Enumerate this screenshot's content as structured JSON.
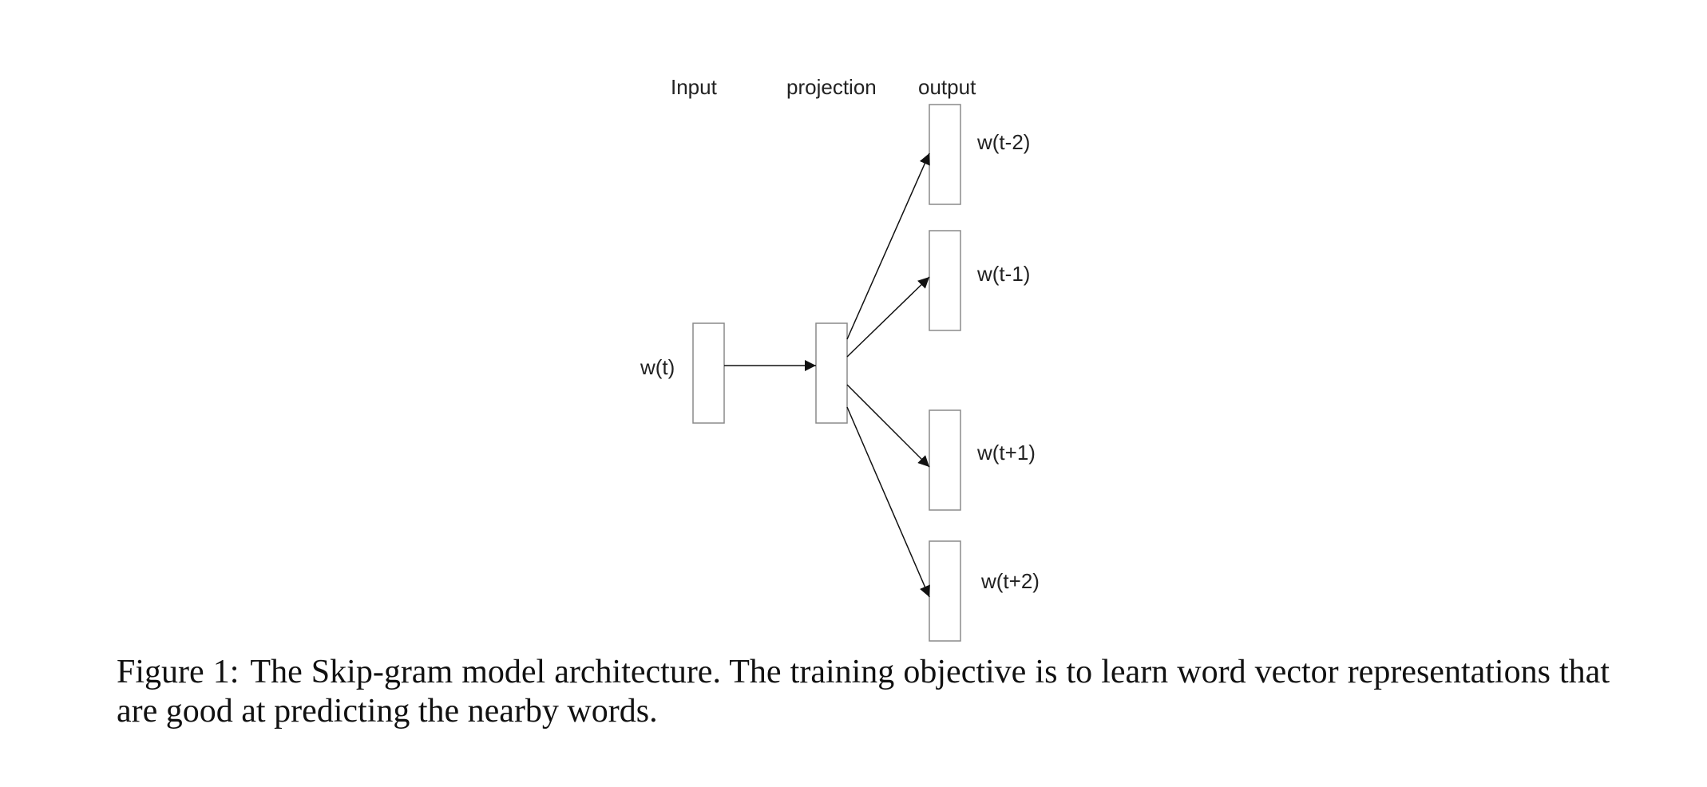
{
  "diagram": {
    "type": "neural-network-architecture",
    "column_headers": {
      "input": "Input",
      "projection": "projection",
      "output": "output"
    },
    "input_node": {
      "label": "w(t)"
    },
    "output_nodes": [
      {
        "id": "out-t-minus-2",
        "label": "w(t-2)"
      },
      {
        "id": "out-t-minus-1",
        "label": "w(t-1)"
      },
      {
        "id": "out-t-plus-1",
        "label": "w(t+1)"
      },
      {
        "id": "out-t-plus-2",
        "label": "w(t+2)"
      }
    ],
    "edges": [
      {
        "from": "input",
        "to": "projection"
      },
      {
        "from": "projection",
        "to": "out-t-minus-2"
      },
      {
        "from": "projection",
        "to": "out-t-minus-1"
      },
      {
        "from": "projection",
        "to": "out-t-plus-1"
      },
      {
        "from": "projection",
        "to": "out-t-plus-2"
      }
    ]
  },
  "caption": {
    "label": "Figure 1:",
    "text": "The Skip-gram model architecture.  The training objective is to learn word vector representations that are good at predicting the nearby words."
  }
}
